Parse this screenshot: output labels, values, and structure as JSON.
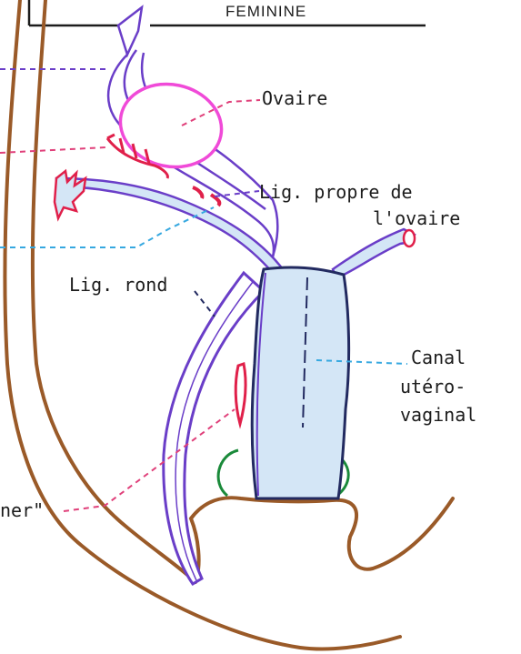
{
  "title": "FEMININE",
  "labels": {
    "ovaire": "Ovaire",
    "lig_propre_1": "Lig. propre de",
    "lig_propre_2": "l'ovaire",
    "lig_rond": "Lig. rond",
    "canal_1": "Canal",
    "canal_2": "utéro-",
    "canal_3": "vaginal",
    "cut_label": "ner\""
  },
  "colors": {
    "brown": "#9a5a28",
    "purple": "#6a3ec8",
    "magenta": "#f04ad8",
    "red": "#e0204a",
    "blue_dash": "#36a8e0",
    "pink_dash": "#e0407a",
    "green": "#1a8a3a",
    "fill_blue": "#d4e6f6",
    "navy": "#222a60"
  }
}
